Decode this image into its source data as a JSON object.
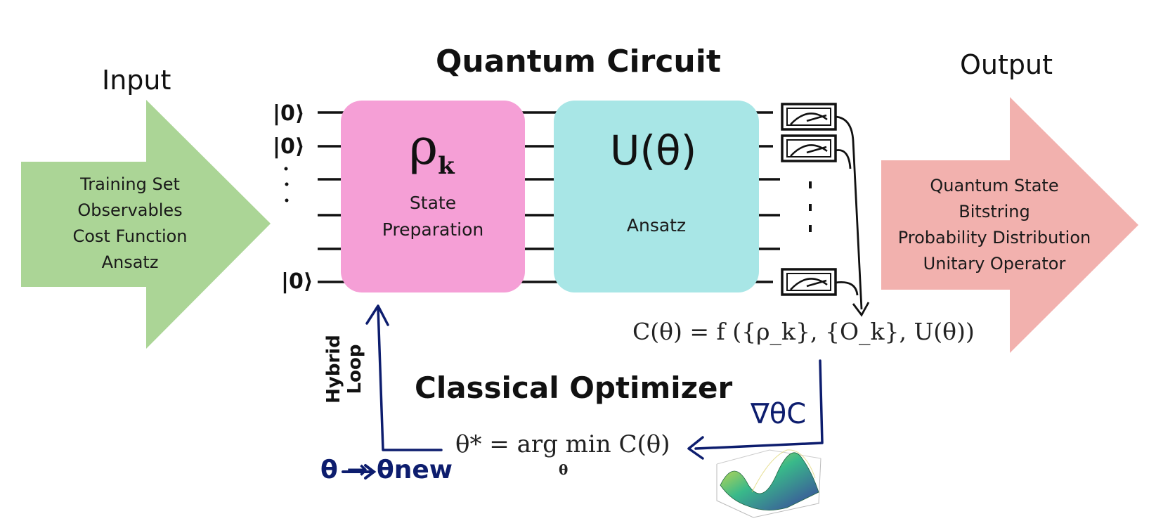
{
  "titles": {
    "circuit": "Quantum Circuit",
    "optimizer": "Classical Optimizer",
    "input": "Input",
    "output": "Output"
  },
  "input_items": [
    "Training Set",
    "Observables",
    "Cost Function",
    "Ansatz"
  ],
  "output_items": [
    "Quantum State",
    "Bitstring",
    "Probability Distribution",
    "Unitary Operator"
  ],
  "state_prep": {
    "symbol": "ρ",
    "subscript": "k",
    "label_line1": "State",
    "label_line2": "Preparation"
  },
  "ansatz": {
    "symbol": "U(θ)",
    "label": "Ansatz"
  },
  "qubit_labels": [
    "|0⟩",
    "|0⟩",
    "|0⟩"
  ],
  "cost_equation": "C(θ) = f ({ρ_k}, {O_k}, U(θ))",
  "argmin_equation": "θ* = arg min C(θ)",
  "argmin_sub": "θ",
  "gradient_label": "∇θC",
  "update_label": "θ → θnew",
  "hybrid_loop": [
    "Hybrid",
    "Loop"
  ],
  "colors": {
    "input_arrow": "#abd596",
    "output_arrow": "#f2b1ae",
    "state_box": "#f59fd6",
    "ansatz_box": "#a8e6e6",
    "loop_ink": "#0d1d6e"
  }
}
